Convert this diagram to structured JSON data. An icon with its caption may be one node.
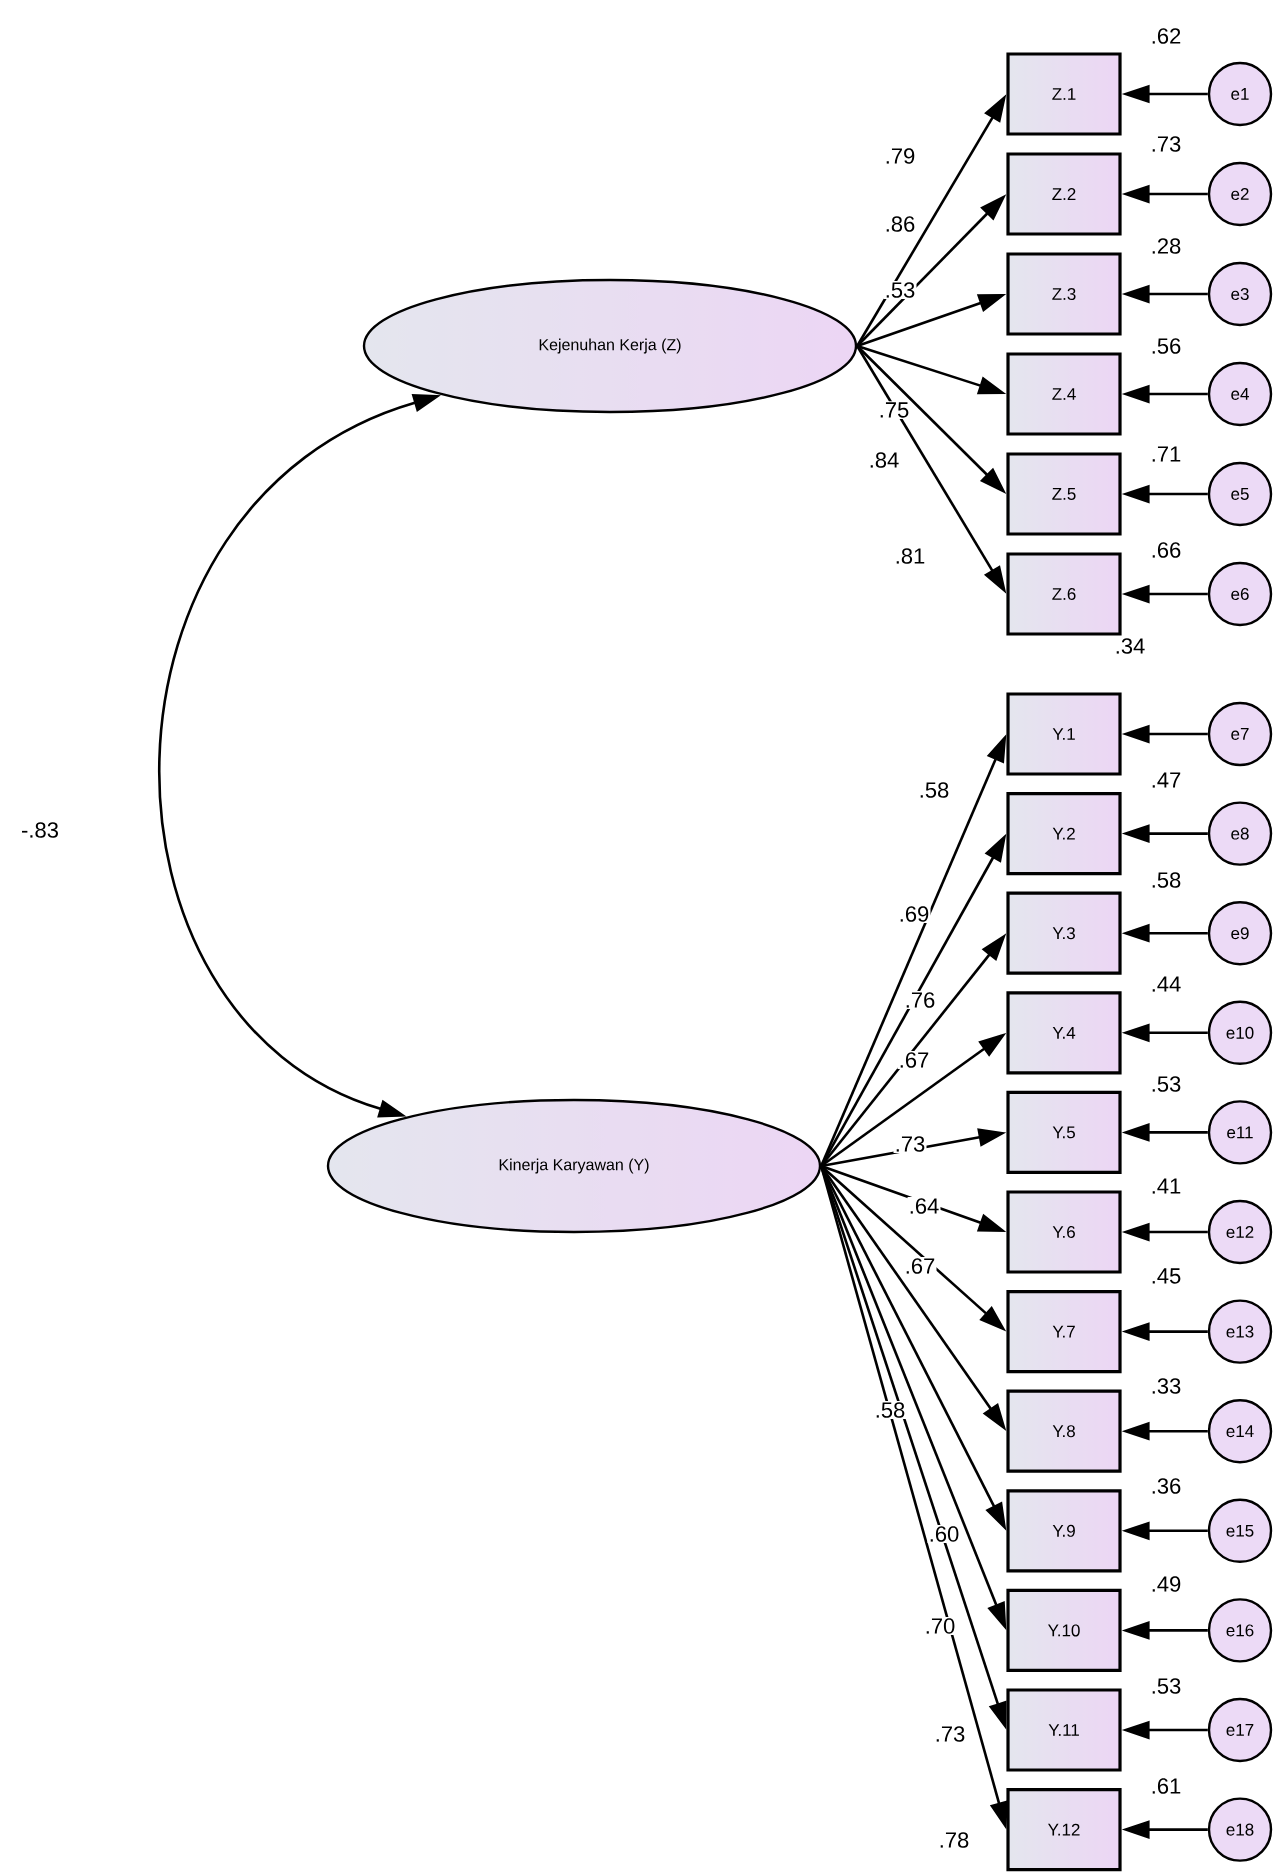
{
  "diagram": {
    "nodes": [
      {
        "text": [
          "Kejenuhan Kerja (Z)"
        ]
      },
      {
        "text": [
          "Kinerja Karyawan (Y)"
        ]
      },
      {
        "text": [
          "Z.1"
        ]
      },
      {
        "text": [
          "Z.2"
        ]
      },
      {
        "text": [
          "Z.3"
        ]
      },
      {
        "text": [
          "Z.4"
        ]
      },
      {
        "text": [
          "Z.5"
        ]
      },
      {
        "text": [
          "Z.6"
        ]
      },
      {
        "text": [
          "Y.1"
        ]
      },
      {
        "text": [
          "Y.2"
        ]
      },
      {
        "text": [
          "Y.3"
        ]
      },
      {
        "text": [
          "Y.4"
        ]
      },
      {
        "text": [
          "Y.5"
        ]
      },
      {
        "text": [
          "Y.6"
        ]
      },
      {
        "text": [
          "Y.7"
        ]
      },
      {
        "text": [
          "Y.8"
        ]
      },
      {
        "text": [
          "Y.9"
        ]
      },
      {
        "text": [
          "Y.10"
        ]
      },
      {
        "text": [
          "Y.11"
        ]
      },
      {
        "text": [
          "Y.12"
        ]
      },
      {
        "text": [
          "e1"
        ]
      },
      {
        "text": [
          "e2"
        ]
      },
      {
        "text": [
          "e3"
        ]
      },
      {
        "text": [
          "e4"
        ]
      },
      {
        "text": [
          "e5"
        ]
      },
      {
        "text": [
          "e6"
        ]
      },
      {
        "text": [
          "e7"
        ]
      },
      {
        "text": [
          "e8"
        ]
      },
      {
        "text": [
          "e9"
        ]
      },
      {
        "text": [
          "e10"
        ]
      },
      {
        "text": [
          "e11"
        ]
      },
      {
        "text": [
          "e12"
        ]
      },
      {
        "text": [
          "e13"
        ]
      },
      {
        "text": [
          "e14"
        ]
      },
      {
        "text": [
          "e15"
        ]
      },
      {
        "text": [
          "e16"
        ]
      },
      {
        "text": [
          "e17"
        ]
      },
      {
        "text": [
          "e18"
        ]
      }
    ],
    "edges": [
      {
        "from": 0,
        "to": 1,
        "arrow": "both",
        "label": "-.83"
      },
      {
        "from": 0,
        "to": 2,
        "arrow": "to"
      },
      {
        "from": 0,
        "to": 3,
        "arrow": "to"
      },
      {
        "from": 0,
        "to": 4,
        "arrow": "to"
      },
      {
        "from": 0,
        "to": 5,
        "arrow": "to"
      },
      {
        "from": 0,
        "to": 6,
        "arrow": "to"
      },
      {
        "from": 0,
        "to": 7,
        "arrow": "to"
      },
      {
        "from": 1,
        "to": 8,
        "arrow": "to"
      },
      {
        "from": 1,
        "to": 9,
        "arrow": "to"
      },
      {
        "from": 1,
        "to": 10,
        "arrow": "to"
      },
      {
        "from": 1,
        "to": 11,
        "arrow": "to"
      },
      {
        "from": 1,
        "to": 12,
        "arrow": "to"
      },
      {
        "from": 1,
        "to": 13,
        "arrow": "to"
      },
      {
        "from": 1,
        "to": 14,
        "arrow": "to"
      },
      {
        "from": 1,
        "to": 15,
        "arrow": "to"
      },
      {
        "from": 1,
        "to": 16,
        "arrow": "to"
      },
      {
        "from": 1,
        "to": 17,
        "arrow": "to"
      },
      {
        "from": 1,
        "to": 18,
        "arrow": "to"
      },
      {
        "from": 1,
        "to": 19,
        "arrow": "to"
      },
      {
        "from": 20,
        "to": 2,
        "arrow": "to"
      },
      {
        "from": 21,
        "to": 3,
        "arrow": "to"
      },
      {
        "from": 22,
        "to": 4,
        "arrow": "to"
      },
      {
        "from": 23,
        "to": 5,
        "arrow": "to"
      },
      {
        "from": 24,
        "to": 6,
        "arrow": "to"
      },
      {
        "from": 25,
        "to": 7,
        "arrow": "to"
      },
      {
        "from": 26,
        "to": 8,
        "arrow": "to"
      },
      {
        "from": 27,
        "to": 9,
        "arrow": "to"
      },
      {
        "from": 28,
        "to": 10,
        "arrow": "to"
      },
      {
        "from": 29,
        "to": 11,
        "arrow": "to"
      },
      {
        "from": 30,
        "to": 12,
        "arrow": "to"
      },
      {
        "from": 31,
        "to": 13,
        "arrow": "to"
      },
      {
        "from": 32,
        "to": 14,
        "arrow": "to"
      },
      {
        "from": 33,
        "to": 15,
        "arrow": "to"
      },
      {
        "from": 34,
        "to": 16,
        "arrow": "to"
      },
      {
        "from": 35,
        "to": 17,
        "arrow": "to"
      },
      {
        "from": 36,
        "to": 18,
        "arrow": "to"
      },
      {
        "from": 37,
        "to": 19,
        "arrow": "to"
      }
    ],
    "labels": [
      ".62",
      ".79",
      ".73",
      ".86",
      ".53",
      ".28",
      ".56",
      ".75",
      ".84",
      ".71",
      ".81",
      ".66",
      ".34",
      ".58",
      ".47",
      ".69",
      ".58",
      ".76",
      ".44",
      ".67",
      ".73",
      ".53",
      ".64",
      ".41",
      ".67",
      ".45",
      ".58",
      ".33",
      ".60",
      ".36",
      ".70",
      ".49",
      ".73",
      ".53",
      ".78",
      ".61"
    ]
  }
}
